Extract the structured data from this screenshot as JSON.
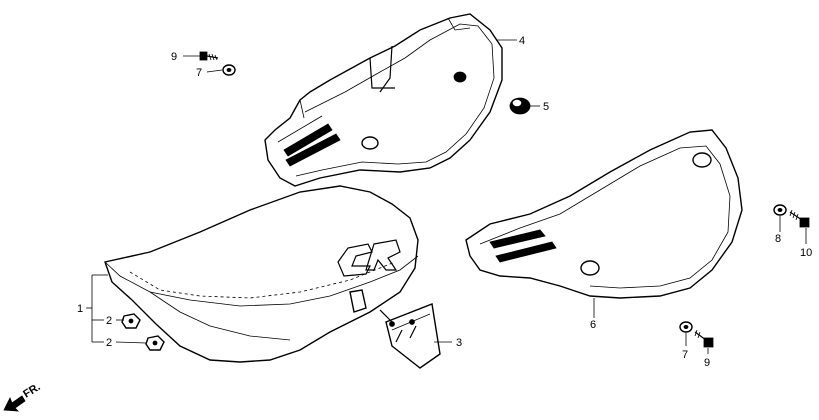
{
  "callouts": {
    "c1": "1",
    "c2a": "2",
    "c2b": "2",
    "c3": "3",
    "c4": "4",
    "c5": "5",
    "c6": "6",
    "c7a": "7",
    "c7b": "7",
    "c8": "8",
    "c9a": "9",
    "c9b": "9",
    "c10": "10"
  },
  "seat_logo": "CR",
  "front_indicator": "FR."
}
